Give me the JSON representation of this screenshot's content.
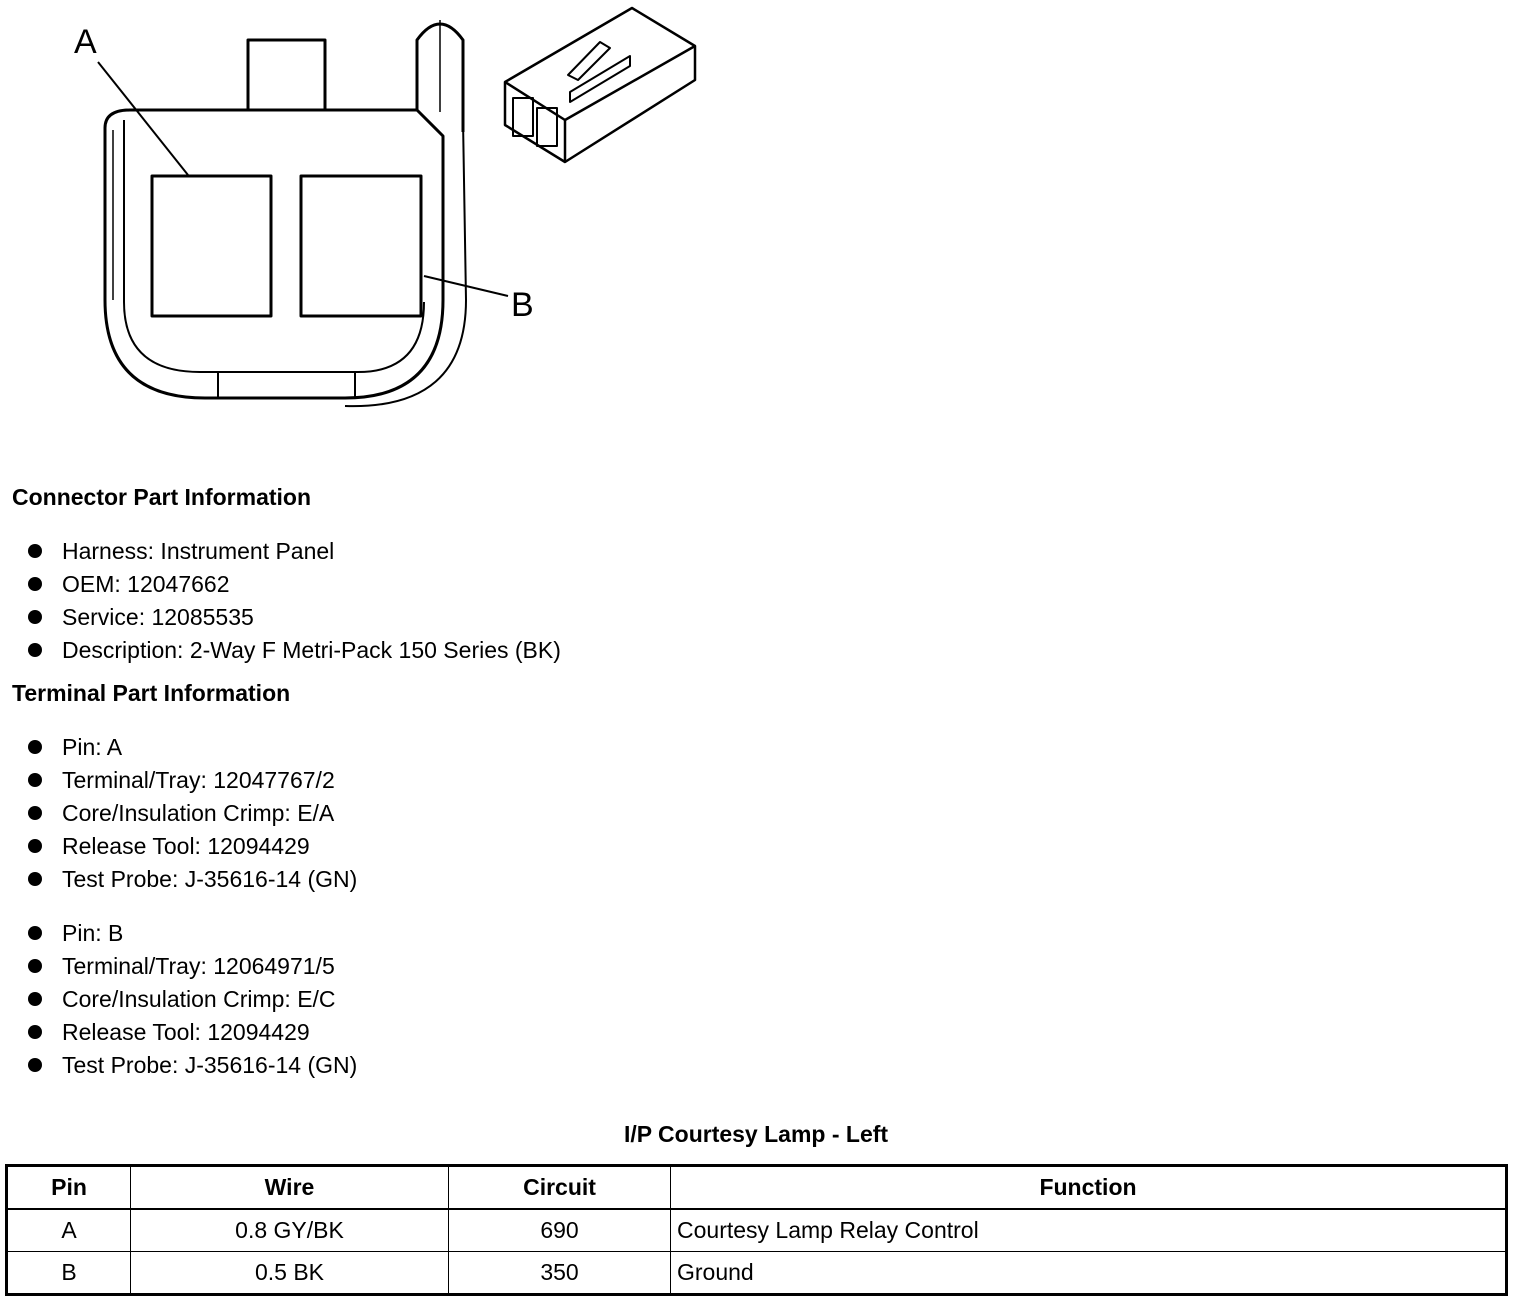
{
  "diagram": {
    "labels": {
      "pin_a": "A",
      "pin_b": "B"
    }
  },
  "connector_info": {
    "heading": "Connector Part Information",
    "items": [
      "Harness: Instrument Panel",
      "OEM: 12047662",
      "Service: 12085535",
      "Description: 2-Way F Metri-Pack 150 Series (BK)"
    ]
  },
  "terminal_info": {
    "heading": "Terminal Part Information",
    "pin_a": [
      "Pin: A",
      "Terminal/Tray: 12047767/2",
      "Core/Insulation Crimp: E/A",
      "Release Tool: 12094429",
      "Test Probe: J-35616-14 (GN)"
    ],
    "pin_b": [
      "Pin: B",
      "Terminal/Tray: 12064971/5",
      "Core/Insulation Crimp: E/C",
      "Release Tool: 12094429",
      "Test Probe: J-35616-14 (GN)"
    ]
  },
  "table": {
    "title": "I/P Courtesy Lamp - Left",
    "headers": [
      "Pin",
      "Wire",
      "Circuit",
      "Function"
    ],
    "rows": [
      [
        "A",
        "0.8 GY/BK",
        "690",
        "Courtesy Lamp Relay Control"
      ],
      [
        "B",
        "0.5 BK",
        "350",
        "Ground"
      ]
    ]
  }
}
